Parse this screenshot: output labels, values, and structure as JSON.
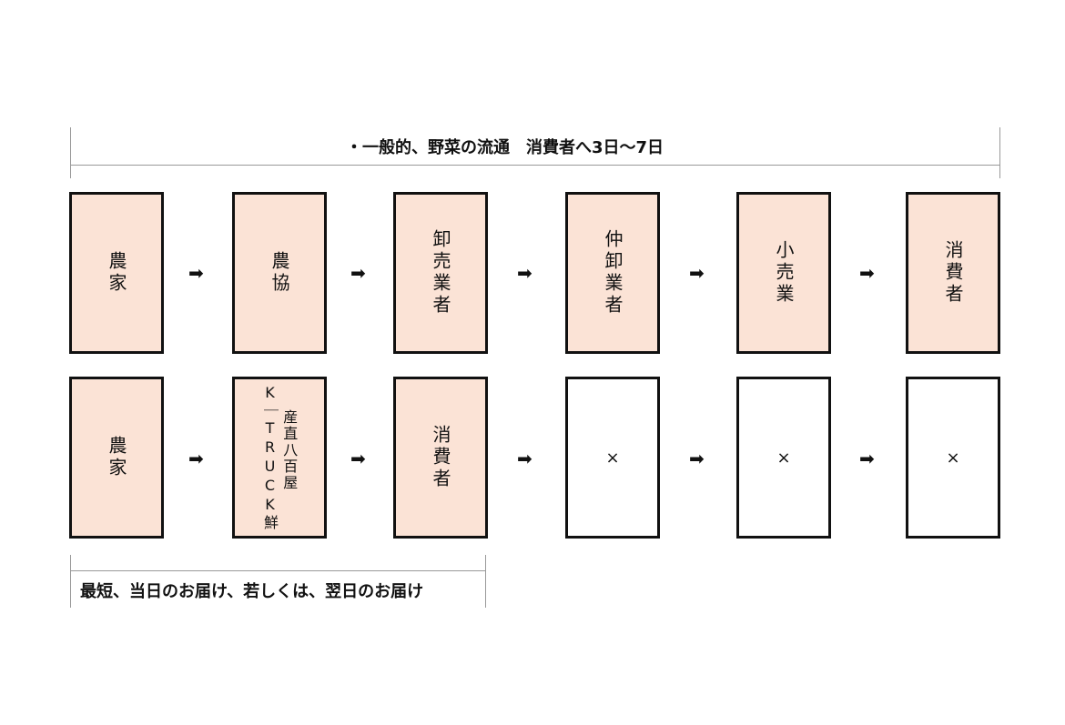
{
  "top_label": "・一般的、野菜の流通　消費者へ3日〜7日",
  "bottom_label": "最短、当日のお届け、若しくは、翌日のお届け",
  "arrow_glyph": "➡",
  "row1": [
    "農家",
    "農協",
    "卸売業者",
    "仲卸業者",
    "小売業",
    "消費者"
  ],
  "row2": {
    "farmer": "農家",
    "ktruck_main": "産直八百屋",
    "ktruck_sub": "K｜TRUCK鮮",
    "consumer": "消費者",
    "skipped": [
      "×",
      "×",
      "×"
    ]
  },
  "colors": {
    "box_fill": "#fbe3d6",
    "border": "#111111"
  }
}
